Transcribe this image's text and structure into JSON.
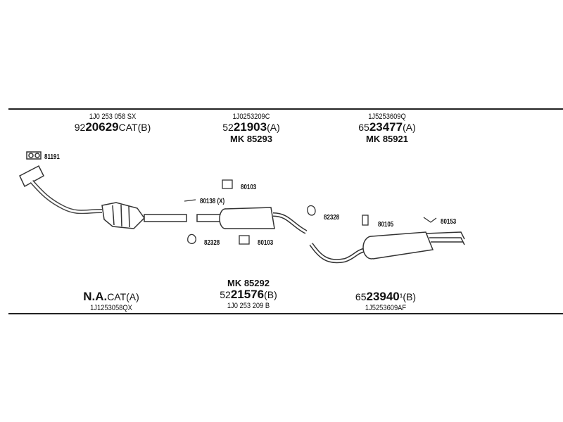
{
  "top_parts": [
    {
      "oe": "1J0 253 058 SX",
      "prefix": "92",
      "number": "20629",
      "suffix": "CAT(B)",
      "mk": ""
    },
    {
      "oe": "1J0253209C",
      "prefix": "52",
      "number": "21903",
      "suffix": "(A)",
      "mk": "MK 85293"
    },
    {
      "oe": "1J5253609Q",
      "prefix": "65",
      "number": "23477",
      "suffix": "(A)",
      "mk": "MK 85921"
    }
  ],
  "bottom_parts": [
    {
      "mk": "",
      "prefix": "",
      "number": "N.A.",
      "suffix": "CAT(A)",
      "oe": "1J1253058QX"
    },
    {
      "mk": "MK 85292",
      "prefix": "52",
      "number": "21576",
      "suffix": "(B)",
      "oe": "1J0 253 209 B"
    },
    {
      "mk": "",
      "prefix": "65",
      "number": "23940",
      "suffix": "¹(B)",
      "oe": "1J5253609AF"
    }
  ],
  "accessories": [
    "81191",
    "80103",
    "80138 (X)",
    "82328",
    "80103",
    "82328",
    "80105",
    "80153"
  ]
}
